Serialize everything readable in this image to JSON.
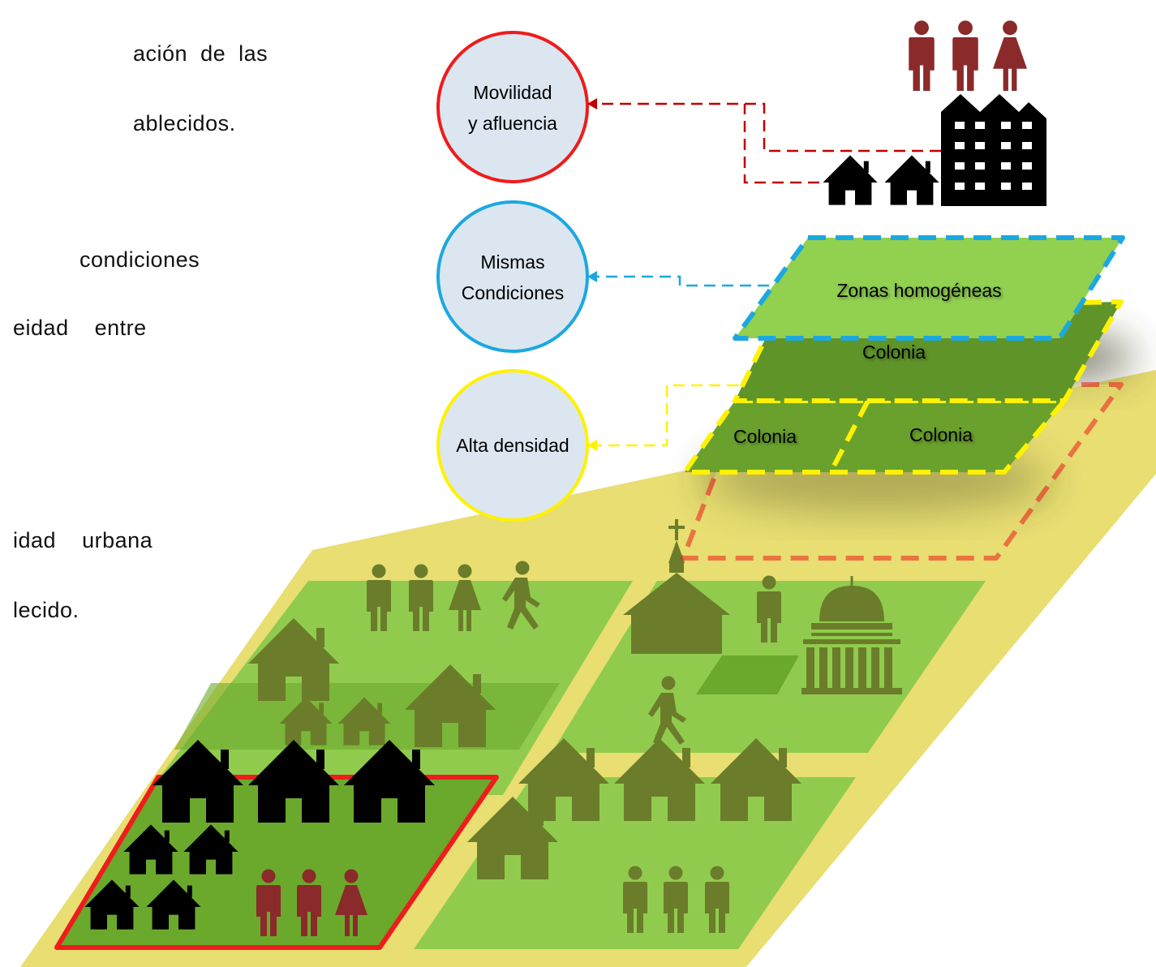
{
  "text_fragments": [
    {
      "words": [
        "ación",
        "de",
        "las"
      ]
    },
    {
      "words": [
        "ablecidos."
      ]
    },
    {
      "words": [
        "condiciones"
      ]
    },
    {
      "words": [
        "eidad",
        "entre"
      ]
    },
    {
      "words": [
        "idad",
        "urbana"
      ]
    },
    {
      "words": [
        "lecido."
      ]
    }
  ],
  "circles": [
    {
      "line1": "Movilidad",
      "line2": "y afluencia",
      "color": "#ee1c1c"
    },
    {
      "line1": "Mismas",
      "line2": "Condiciones",
      "color": "#1ba8e0"
    },
    {
      "line1": "Alta densidad",
      "line2": "",
      "color": "#fff200"
    }
  ],
  "layers": {
    "top": "Zonas homogéneas",
    "middle": "Colonia",
    "bottom_left": "Colonia",
    "bottom_right": "Colonia"
  },
  "colors": {
    "circle_fill": "#dce6f0",
    "person_red": "#8b2a2a",
    "building": "#000000",
    "olive": "#6b7d2a",
    "ground_yellow": "#e8de72",
    "block_light": "#90cb4e",
    "block_dark": "#6aa92c",
    "plane_light": "#92d050",
    "plane_dark": "#6aa12c"
  },
  "icons": [
    "person-icon",
    "woman-icon",
    "walking-person-icon",
    "house-icon",
    "church-icon",
    "capitol-icon",
    "apartment-building-icon"
  ]
}
